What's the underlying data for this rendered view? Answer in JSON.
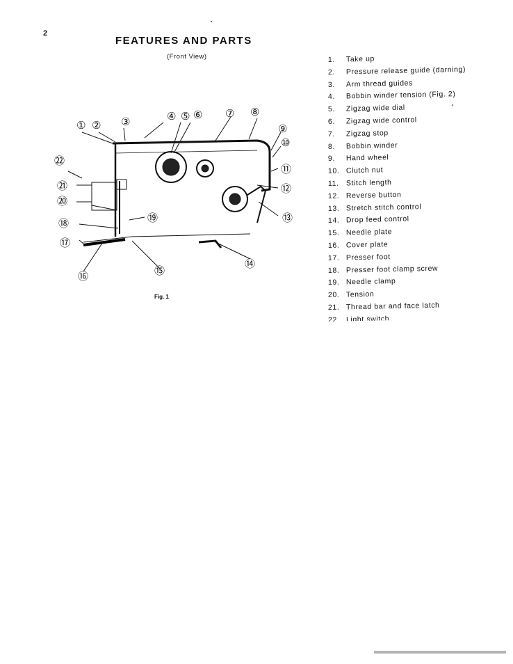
{
  "page": {
    "number": "2"
  },
  "heading": {
    "title": "FEATURES AND PARTS",
    "subtitle": "(Front View)"
  },
  "figure": {
    "caption": "Fig. 1",
    "callouts": [
      "①",
      "②",
      "③",
      "④",
      "⑤",
      "⑥",
      "⑦",
      "⑧",
      "⑨",
      "⑩",
      "⑪",
      "⑫",
      "⑬",
      "⑭",
      "⑮",
      "⑯",
      "⑰",
      "⑱",
      "⑲",
      "⑳",
      "㉑",
      "㉒"
    ]
  },
  "parts": [
    {
      "num": "1.",
      "label": "Take up"
    },
    {
      "num": "2.",
      "label": "Pressure release guide (darning)"
    },
    {
      "num": "3.",
      "label": "Arm thread guides"
    },
    {
      "num": "4.",
      "label": "Bobbin winder tension (Fig. 2)"
    },
    {
      "num": "5.",
      "label": "Zigzag wide dial"
    },
    {
      "num": "6.",
      "label": "Zigzag wide control"
    },
    {
      "num": "7.",
      "label": "Zigzag stop"
    },
    {
      "num": "8.",
      "label": "Bobbin winder"
    },
    {
      "num": "9.",
      "label": "Hand wheel"
    },
    {
      "num": "10.",
      "label": "Clutch nut"
    },
    {
      "num": "11.",
      "label": "Stitch length"
    },
    {
      "num": "12.",
      "label": "Reverse button"
    },
    {
      "num": "13.",
      "label": "Stretch stitch control"
    },
    {
      "num": "14.",
      "label": "Drop feed control"
    },
    {
      "num": "15.",
      "label": "Needle plate"
    },
    {
      "num": "16.",
      "label": "Cover plate"
    },
    {
      "num": "17.",
      "label": "Presser foot"
    },
    {
      "num": "18.",
      "label": "Presser foot clamp screw"
    },
    {
      "num": "19.",
      "label": "Needle clamp"
    },
    {
      "num": "20.",
      "label": "Tension"
    },
    {
      "num": "21.",
      "label": "Thread bar and face latch"
    },
    {
      "num": "22.",
      "label": "Light switch"
    }
  ]
}
